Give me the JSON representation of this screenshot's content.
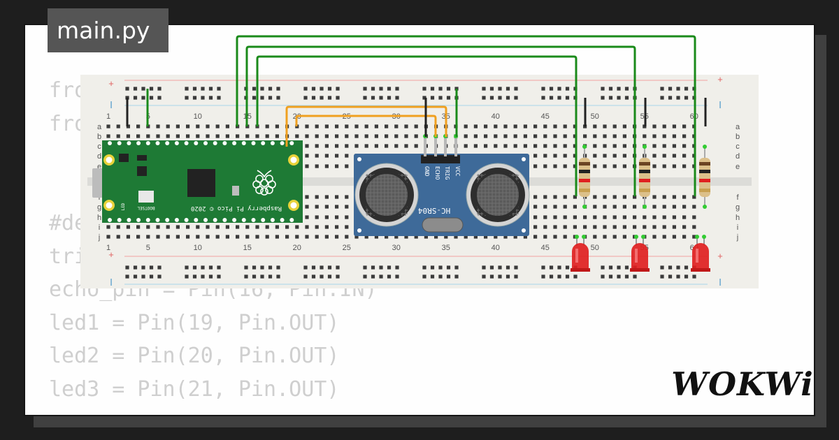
{
  "file_tab": {
    "label": "main.py"
  },
  "code_lines": [
    "from machine import Pin",
    "from time import sleep",
    "",
    "",
    "#define pins",
    "trig_pin = Pin(17, Pin.OUT)",
    "echo_pin = Pin(16, Pin.IN)",
    "led1 = Pin(19, Pin.OUT)",
    "led2 = Pin(20, Pin.OUT)",
    "led3 = Pin(21, Pin.OUT)"
  ],
  "breadboard": {
    "column_numbers": [
      "1",
      "5",
      "10",
      "15",
      "20",
      "25",
      "30",
      "35",
      "40",
      "45",
      "50",
      "55",
      "60"
    ],
    "row_letters_top": [
      "a",
      "b",
      "c",
      "d",
      "e"
    ],
    "row_letters_bottom": [
      "f",
      "g",
      "h",
      "i",
      "j"
    ],
    "rail_plus": "+",
    "rail_minus": "-"
  },
  "pico": {
    "text": "Raspberry Pi Pico © 2020",
    "bootsel": "BOOTSEL",
    "led_label": "LED"
  },
  "sensor": {
    "model": "HC-SR04",
    "pins": [
      "VCC",
      "TRIG",
      "ECHO",
      "GND"
    ]
  },
  "logo": "WOKWi",
  "colors": {
    "wire_green": "#1a8a1a",
    "wire_orange": "#f0a020",
    "wire_black": "#222222",
    "led_red": "#e02020",
    "sensor_blue": "#3e6a99",
    "pico_green": "#1e7a35",
    "breadboard": "#f0efea"
  },
  "icons": [
    "raspberry-logo-icon"
  ]
}
